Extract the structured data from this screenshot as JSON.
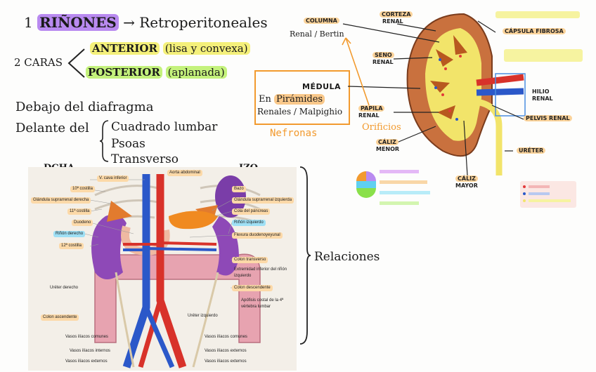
{
  "title": {
    "number": "1",
    "word": "RIÑONES",
    "arrow_target": "Retroperitoneales"
  },
  "faces": {
    "label": "2 CARAS",
    "anterior": {
      "name": "ANTERIOR",
      "detail": "(lisa y convexa)"
    },
    "posterior": {
      "name": "POSTERIOR",
      "detail": "(aplanada)"
    }
  },
  "position": {
    "line1": "Debajo del diafragma",
    "line2_prefix": "Delante del",
    "items": [
      "Cuadrado lumbar",
      "Psoas",
      "Transverso"
    ]
  },
  "sides": {
    "right": "DCHA.",
    "left": "IZQ."
  },
  "relations": "Relaciones",
  "medulla_box": {
    "title": "MÉDULA",
    "line2_pre": "En",
    "line2_hl": "Pirámides",
    "line3": "Renales / Malpighio",
    "below": "Nefronas"
  },
  "kidney_labels": {
    "columna": "COLUMNA",
    "columna_sub": "Renal / Bertin",
    "corteza": "CORTEZA",
    "corteza_sub": "RENAL",
    "seno": "SENO",
    "seno_sub": "RENAL",
    "papila": "PAPILA",
    "papila_sub": "RENAL",
    "orificios": "Orificios",
    "caliz_menor": "CÁLIZ",
    "caliz_menor_sub": "MENOR",
    "caliz_mayor": "CÁLIZ",
    "caliz_mayor_sub": "MAYOR",
    "capsula": "CÁPSULA FIBROSA",
    "hilio": "HILIO",
    "hilio_sub": "RENAL",
    "pelvis": "PELVIS RENAL",
    "ureter": "URÉTER"
  },
  "plate_labels_left": [
    "V. cava inferior",
    "10ª costilla",
    "Glándula suprarrenal derecha",
    "11ª costilla",
    "Duodeno",
    "Riñón derecho",
    "12ª costilla",
    "Uréter derecho",
    "Colon ascendente",
    "Vasos ilíacos comunes",
    "Vasos ilíacos internos",
    "Vasos ilíacos externos"
  ],
  "plate_labels_right": [
    "Aorta abdominal",
    "Bazo",
    "Glándula suprarrenal izquierda",
    "Cola del páncreas",
    "Riñón izquierdo",
    "Flexura duodenoyeyunal",
    "Colon transverso",
    "Extremidad inferior del riñón izquierdo",
    "Colon descendente",
    "Apófisis costal de la 4ª vértebra lumbar",
    "Uréter izquierdo",
    "Vasos ilíacos comunes",
    "Vasos ilíacos externos",
    "Vasos ilíacos externos"
  ],
  "colors": {
    "cortex": "#c9713e",
    "medulla": "#f2e46a",
    "vein": "#2b58c9",
    "artery": "#d8322a",
    "kidney_plate": "#8e49b7",
    "colon": "#e7a3b0"
  }
}
